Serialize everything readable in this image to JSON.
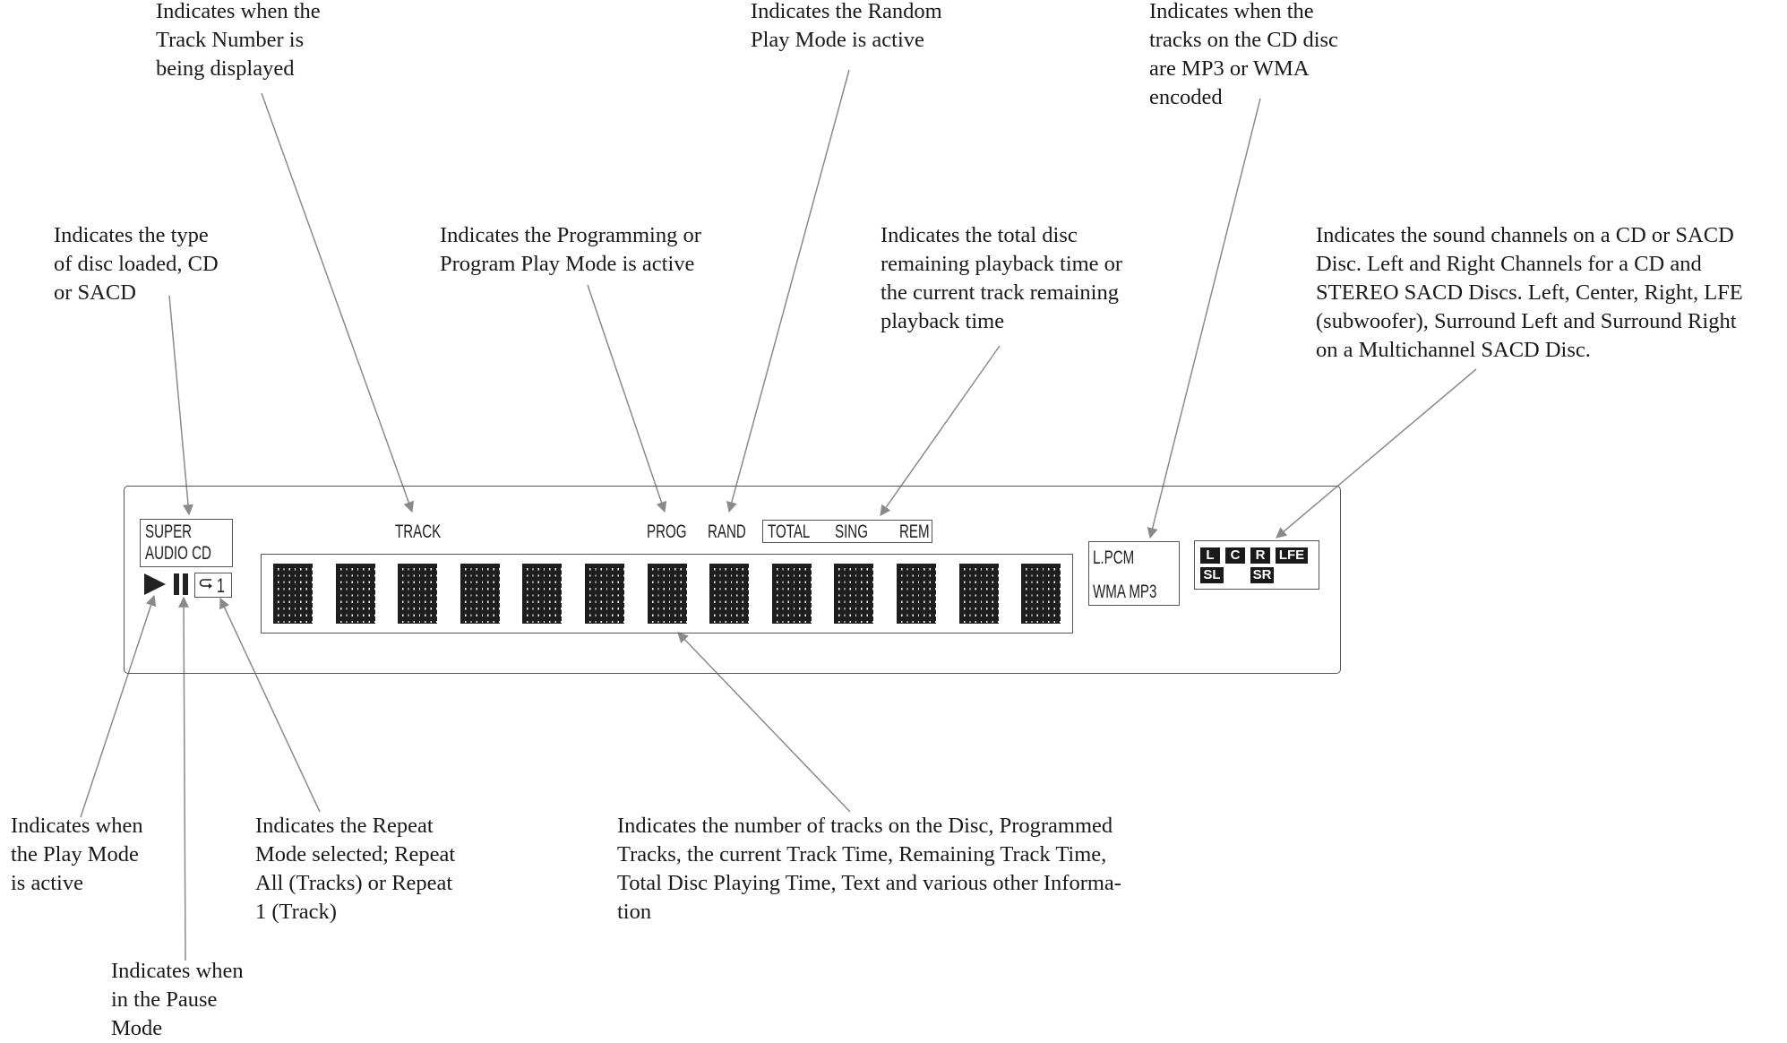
{
  "annotations": {
    "track_number": "Indicates when the\nTrack Number is\nbeing displayed",
    "random_mode": "Indicates the Random\nPlay Mode is active",
    "mp3_wma": "Indicates when the\ntracks on the CD disc\nare MP3 or WMA\nencoded",
    "disc_type": "Indicates the type\nof disc loaded, CD\nor SACD",
    "program_mode": "Indicates the Programming or\nProgram Play Mode is active",
    "remaining_time": "Indicates the total disc\nremaining playback time or\nthe current track remaining\nplayback time",
    "sound_channels": "Indicates the sound channels on a CD or SACD\nDisc. Left and Right Channels for a CD and\nSTEREO SACD Discs. Left, Center, Right, LFE\n(subwoofer), Surround Left and Surround Right\non a Multichannel SACD Disc.",
    "play_mode": "Indicates when\nthe Play Mode\nis active",
    "repeat_mode": "Indicates the Repeat\nMode selected; Repeat\nAll (Tracks) or Repeat\n1 (Track)",
    "info_display": "Indicates the number of tracks on the Disc, Programmed\nTracks, the current Track Time, Remaining Track Time,\nTotal Disc Playing Time, Text and various other Informa-\ntion",
    "pause_mode": "Indicates when\nin the Pause\nMode"
  },
  "display": {
    "disc_super": "SUPER",
    "disc_audio_cd": "AUDIO  CD",
    "repeat_number": "1",
    "track": "TRACK",
    "prog": "PROG",
    "rand": "RAND",
    "total": "TOTAL",
    "sing": "SING",
    "rem": "REM",
    "lpcm": "L.PCM",
    "wma_mp3": "WMA  MP3",
    "ch_l": "L",
    "ch_c": "C",
    "ch_r": "R",
    "ch_lfe": "LFE",
    "ch_sl": "SL",
    "ch_sr": "SR",
    "matrix_cell_count": 13
  },
  "colors": {
    "line": "#888888",
    "segment": "#1e1e1e",
    "text": "#1a1a1a"
  }
}
